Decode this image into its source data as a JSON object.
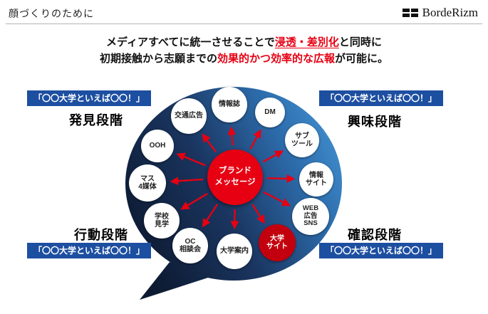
{
  "header": {
    "title": "顔づくりのために",
    "brand": "BordeRizm"
  },
  "lead": {
    "l1a": "メディアすべてに統一させることで",
    "l1b": "浸透・差別化",
    "l1c": "と同時に",
    "l2a": "初期接触から志願までの",
    "l2b": "効果的かつ効率的な広報",
    "l2c": "が可能に。"
  },
  "stages": {
    "top_left": {
      "quote": "「〇〇大学といえば〇〇！」",
      "label": "発見段階"
    },
    "top_right": {
      "quote": "「〇〇大学といえば〇〇！」",
      "label": "興味段階"
    },
    "bottom_left": {
      "quote": "「〇〇大学といえば〇〇！」",
      "label": "行動段階"
    },
    "bottom_right": {
      "quote": "「〇〇大学といえば〇〇！」",
      "label": "確認段階"
    }
  },
  "diagram": {
    "center": "ブランド\nメッセージ",
    "nodes": [
      {
        "label": "情報誌"
      },
      {
        "label": "DM"
      },
      {
        "label": "サブ\nツール"
      },
      {
        "label": "情報\nサイト"
      },
      {
        "label": "WEB\n広告\nSNS"
      },
      {
        "label": "大学\nサイト",
        "highlight": true
      },
      {
        "label": "大学案内"
      },
      {
        "label": "OC\n相談会"
      },
      {
        "label": "学校\n見学"
      },
      {
        "label": "マス\n4媒体"
      },
      {
        "label": "OOH"
      },
      {
        "label": "交通広告"
      }
    ]
  },
  "colors": {
    "accent_red": "#e60012",
    "stage_blue": "#1d4fa1",
    "bubble_dark": "#0d1a31",
    "bubble_light": "#4594d3"
  }
}
